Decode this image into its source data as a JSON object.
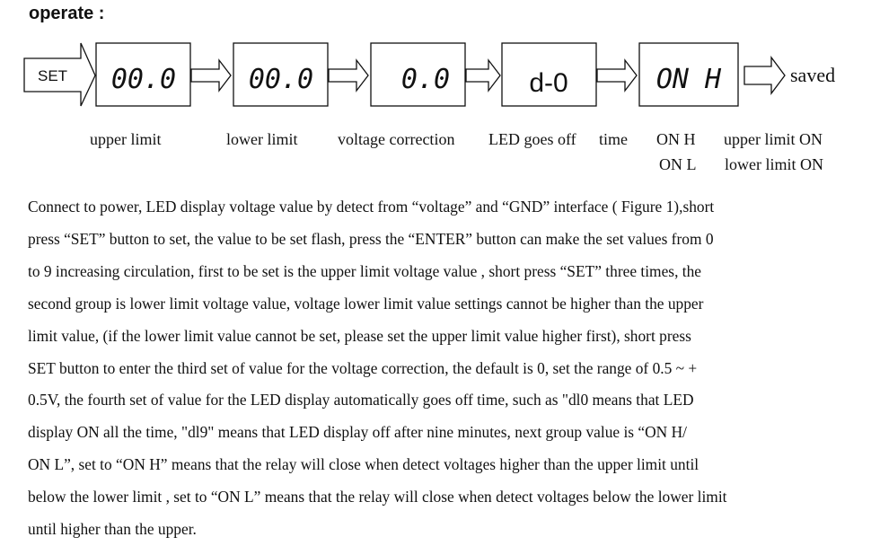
{
  "heading": "operate :",
  "flow": {
    "start_label": "SET",
    "displays": [
      "00.0",
      "00.0",
      "0.0",
      "d-0",
      "ON H"
    ],
    "end_label": "saved"
  },
  "captions": {
    "upper_limit": "upper limit",
    "lower_limit": "lower limit",
    "voltage_correction": "voltage correction",
    "led_goes_off": "LED goes off",
    "time": "time",
    "on_h": "ON H",
    "on_l": "ON L",
    "upper_limit_on": "upper limit ON",
    "lower_limit_on": "lower limit ON"
  },
  "paragraph_lines": [
    "Connect to power, LED display voltage value by detect from “voltage” and “GND” interface ( Figure 1),short",
    "press “SET” button to set, the value to be set flash, press the “ENTER” button can make the set values from 0",
    "to 9 increasing circulation, first to be set is the upper limit voltage value , short press “SET” three times, the",
    "second group is lower limit voltage value, voltage lower limit value settings cannot be higher than the upper",
    "limit value, (if the lower limit value cannot be set, please set the upper limit value higher first), short press",
    "SET button to enter the third set of value for the voltage correction, the default is 0, set the range of 0.5 ~ +",
    "0.5V, the fourth set of value for the LED display automatically goes off time, such as \"dl0 means that LED",
    "display ON all the time, \"dl9\" means that LED display off after nine minutes, next group value is “ON H/",
    "ON L”, set to “ON H” means that the relay will close when detect voltages higher  than the upper limit until",
    "below the lower limit , set to “ON L” means that the relay will close when detect voltages below the lower limit",
    "until higher  than the upper."
  ]
}
